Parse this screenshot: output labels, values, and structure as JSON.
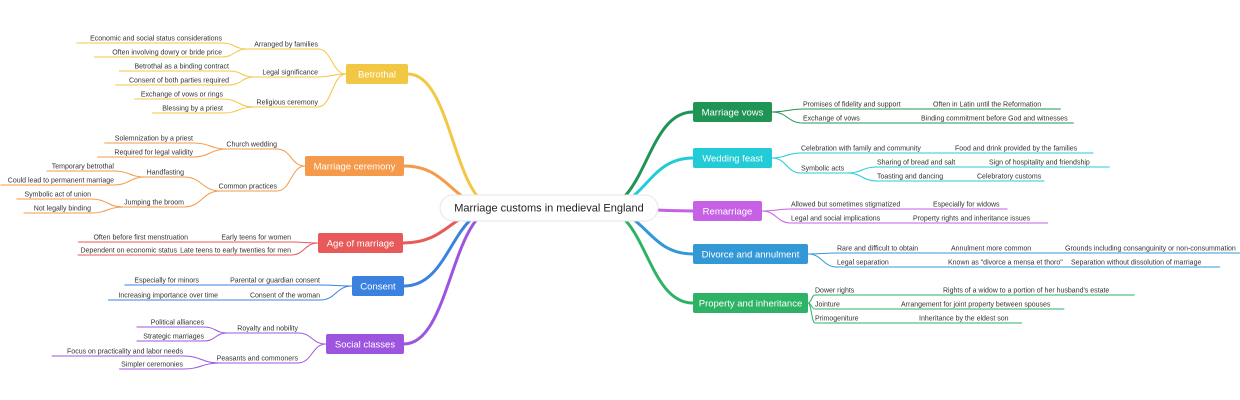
{
  "root": {
    "label": "Marriage customs in medieval England"
  },
  "branches": [
    {
      "label": "Betrothal",
      "color": "#f2c744",
      "children": [
        {
          "label": "Arranged by families",
          "children": [
            {
              "label": "Economic and social status considerations"
            },
            {
              "label": "Often involving dowry or bride price"
            }
          ]
        },
        {
          "label": "Legal significance",
          "children": [
            {
              "label": "Betrothal as a binding contract"
            },
            {
              "label": "Consent of both parties required"
            }
          ]
        },
        {
          "label": "Religious ceremony",
          "children": [
            {
              "label": "Exchange of vows or rings"
            },
            {
              "label": "Blessing by a priest"
            }
          ]
        }
      ]
    },
    {
      "label": "Marriage ceremony",
      "color": "#f5994a",
      "children": [
        {
          "label": "Church wedding",
          "children": [
            {
              "label": "Solemnization by a priest"
            },
            {
              "label": "Required for legal validity"
            }
          ]
        },
        {
          "label": "Common practices",
          "children": [
            {
              "label": "Handfasting",
              "children": [
                {
                  "label": "Temporary betrothal"
                },
                {
                  "label": "Could lead to permanent marriage"
                }
              ]
            },
            {
              "label": "Jumping the broom",
              "children": [
                {
                  "label": "Symbolic act of union"
                },
                {
                  "label": "Not legally binding"
                }
              ]
            }
          ]
        }
      ]
    },
    {
      "label": "Age of marriage",
      "color": "#e85a5a",
      "children": [
        {
          "label": "Early teens for women",
          "children": [
            {
              "label": "Often before first menstruation"
            }
          ]
        },
        {
          "label": "Late teens to early twenties for men",
          "children": [
            {
              "label": "Dependent on economic status"
            }
          ]
        }
      ]
    },
    {
      "label": "Consent",
      "color": "#3b82e0",
      "children": [
        {
          "label": "Parental or guardian consent",
          "children": [
            {
              "label": "Especially for minors"
            }
          ]
        },
        {
          "label": "Consent of the woman",
          "children": [
            {
              "label": "Increasing importance over time"
            }
          ]
        }
      ]
    },
    {
      "label": "Social classes",
      "color": "#9d55e0",
      "children": [
        {
          "label": "Royalty and nobility",
          "children": [
            {
              "label": "Political alliances"
            },
            {
              "label": "Strategic marriages"
            }
          ]
        },
        {
          "label": "Peasants and commoners",
          "children": [
            {
              "label": "Focus on practicality and labor needs"
            },
            {
              "label": "Simpler ceremonies"
            }
          ]
        }
      ]
    },
    {
      "label": "Marriage vows",
      "color": "#1f9454",
      "children": [
        {
          "label": "Promises of fidelity and support",
          "children": [
            {
              "label": "Often in Latin until the Reformation"
            }
          ]
        },
        {
          "label": "Exchange of vows",
          "children": [
            {
              "label": "Binding commitment before God and witnesses"
            }
          ]
        }
      ]
    },
    {
      "label": "Wedding feast",
      "color": "#22ccd6",
      "children": [
        {
          "label": "Celebration with family and community",
          "children": [
            {
              "label": "Food and drink provided by the families"
            }
          ]
        },
        {
          "label": "Symbolic acts",
          "children": [
            {
              "label": "Sharing of bread and salt",
              "children": [
                {
                  "label": "Sign of hospitality and friendship"
                }
              ]
            },
            {
              "label": "Toasting and dancing",
              "children": [
                {
                  "label": "Celebratory customs"
                }
              ]
            }
          ]
        }
      ]
    },
    {
      "label": "Remarriage",
      "color": "#c661e6",
      "children": [
        {
          "label": "Allowed but sometimes stigmatized",
          "children": [
            {
              "label": "Especially for widows"
            }
          ]
        },
        {
          "label": "Legal and social implications",
          "children": [
            {
              "label": "Property rights and inheritance issues"
            }
          ]
        }
      ]
    },
    {
      "label": "Divorce and annulment",
      "color": "#3399d6",
      "children": [
        {
          "label": "Rare and difficult to obtain",
          "children": [
            {
              "label": "Annulment more common",
              "children": [
                {
                  "label": "Grounds including consanguinity or non-consummation"
                }
              ]
            }
          ]
        },
        {
          "label": "Legal separation",
          "children": [
            {
              "label": "Known as \"divorce a mensa et thoro\"",
              "children": [
                {
                  "label": "Separation without dissolution of marriage"
                }
              ]
            }
          ]
        }
      ]
    },
    {
      "label": "Property and inheritance",
      "color": "#2eb265",
      "children": [
        {
          "label": "Dower rights",
          "children": [
            {
              "label": "Rights of a widow to a portion of her husband's estate"
            }
          ]
        },
        {
          "label": "Jointure",
          "children": [
            {
              "label": "Arrangement for joint property between spouses"
            }
          ]
        },
        {
          "label": "Primogeniture",
          "children": [
            {
              "label": "Inheritance by the eldest son"
            }
          ]
        }
      ]
    }
  ]
}
